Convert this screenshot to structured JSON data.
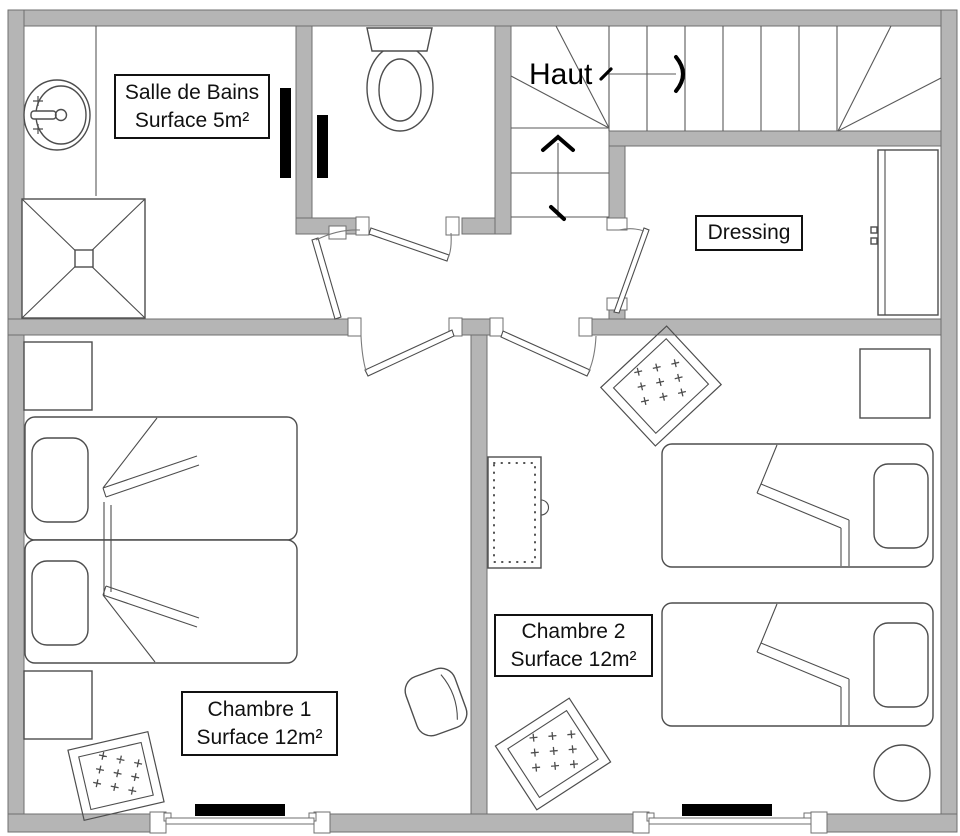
{
  "plan_type": "floor-plan",
  "labels": {
    "bathroom": {
      "line1": "Salle de Bains",
      "line2": "Surface 5m²"
    },
    "dressing": {
      "line1": "Dressing"
    },
    "bedroom1": {
      "line1": "Chambre 1",
      "line2": "Surface 12m²"
    },
    "bedroom2": {
      "line1": "Chambre 2",
      "line2": "Surface 12m²"
    },
    "stairs": {
      "direction": "Haut"
    }
  },
  "rooms": [
    {
      "name": "Salle de Bains",
      "surface": "5m²"
    },
    {
      "name": "Dressing",
      "surface": ""
    },
    {
      "name": "Chambre 1",
      "surface": "12m²"
    },
    {
      "name": "Chambre 2",
      "surface": "12m²"
    }
  ],
  "colors": {
    "wall_fill": "#b5b5b5",
    "wall_outline": "#6f6f6f",
    "line": "#4d4d4d",
    "black": "#000000",
    "background": "#ffffff",
    "label_border": "#111111"
  }
}
